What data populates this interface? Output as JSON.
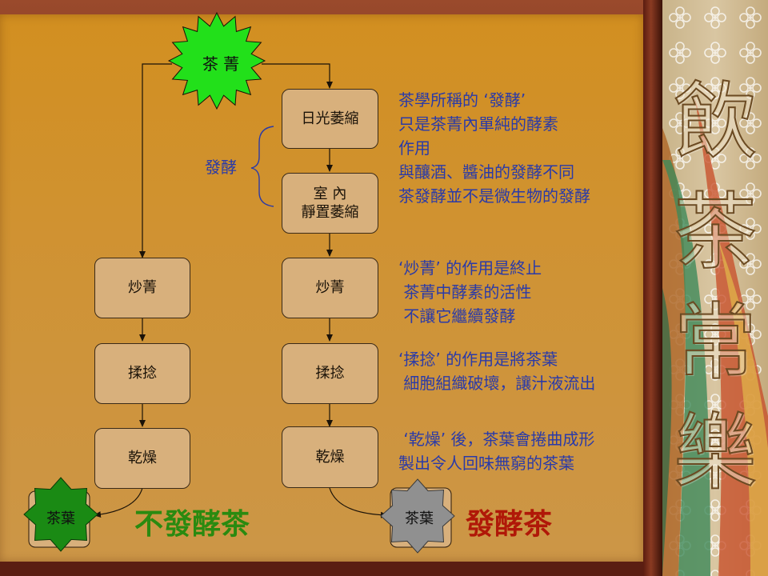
{
  "deco": {
    "title_chars": [
      "飲",
      "茶",
      "常",
      "樂"
    ]
  },
  "diagram": {
    "start": "茶 菁",
    "left_steps": [
      "炒菁",
      "揉捻",
      "乾燥"
    ],
    "right_steps": [
      "日光萎縮",
      "室 內\n靜置萎縮",
      "炒菁",
      "揉捻",
      "乾燥"
    ],
    "ferment_label": "發酵",
    "leaf_left": "茶葉",
    "leaf_right": "茶葉",
    "result_left": "不發酵茶",
    "result_right": "發酵茶"
  },
  "notes": {
    "ferment": "茶學所稱的 ‘發酵’\n只是茶菁內單純的酵素\n作用\n與釀酒、醬油的發酵不同\n茶發酵並不是微生物的發酵",
    "chao": "‘炒菁’ 的作用是終止\n 茶菁中酵素的活性\n 不讓它繼續發酵",
    "rou": "‘揉捻’ 的作用是將茶葉\n 細胞組織破壞，讓汁液流出",
    "gan": " ‘乾燥’ 後，茶葉會捲曲成形\n製出令人回味無窮的茶葉"
  },
  "colors": {
    "start_burst": "#22e01a",
    "leaf_left": "#1a8a14",
    "leaf_right": "#909090",
    "result_left": "#2a8a10",
    "result_right": "#b01808",
    "note_text": "#2a3aa8",
    "box_fill": "#d8b07c"
  }
}
